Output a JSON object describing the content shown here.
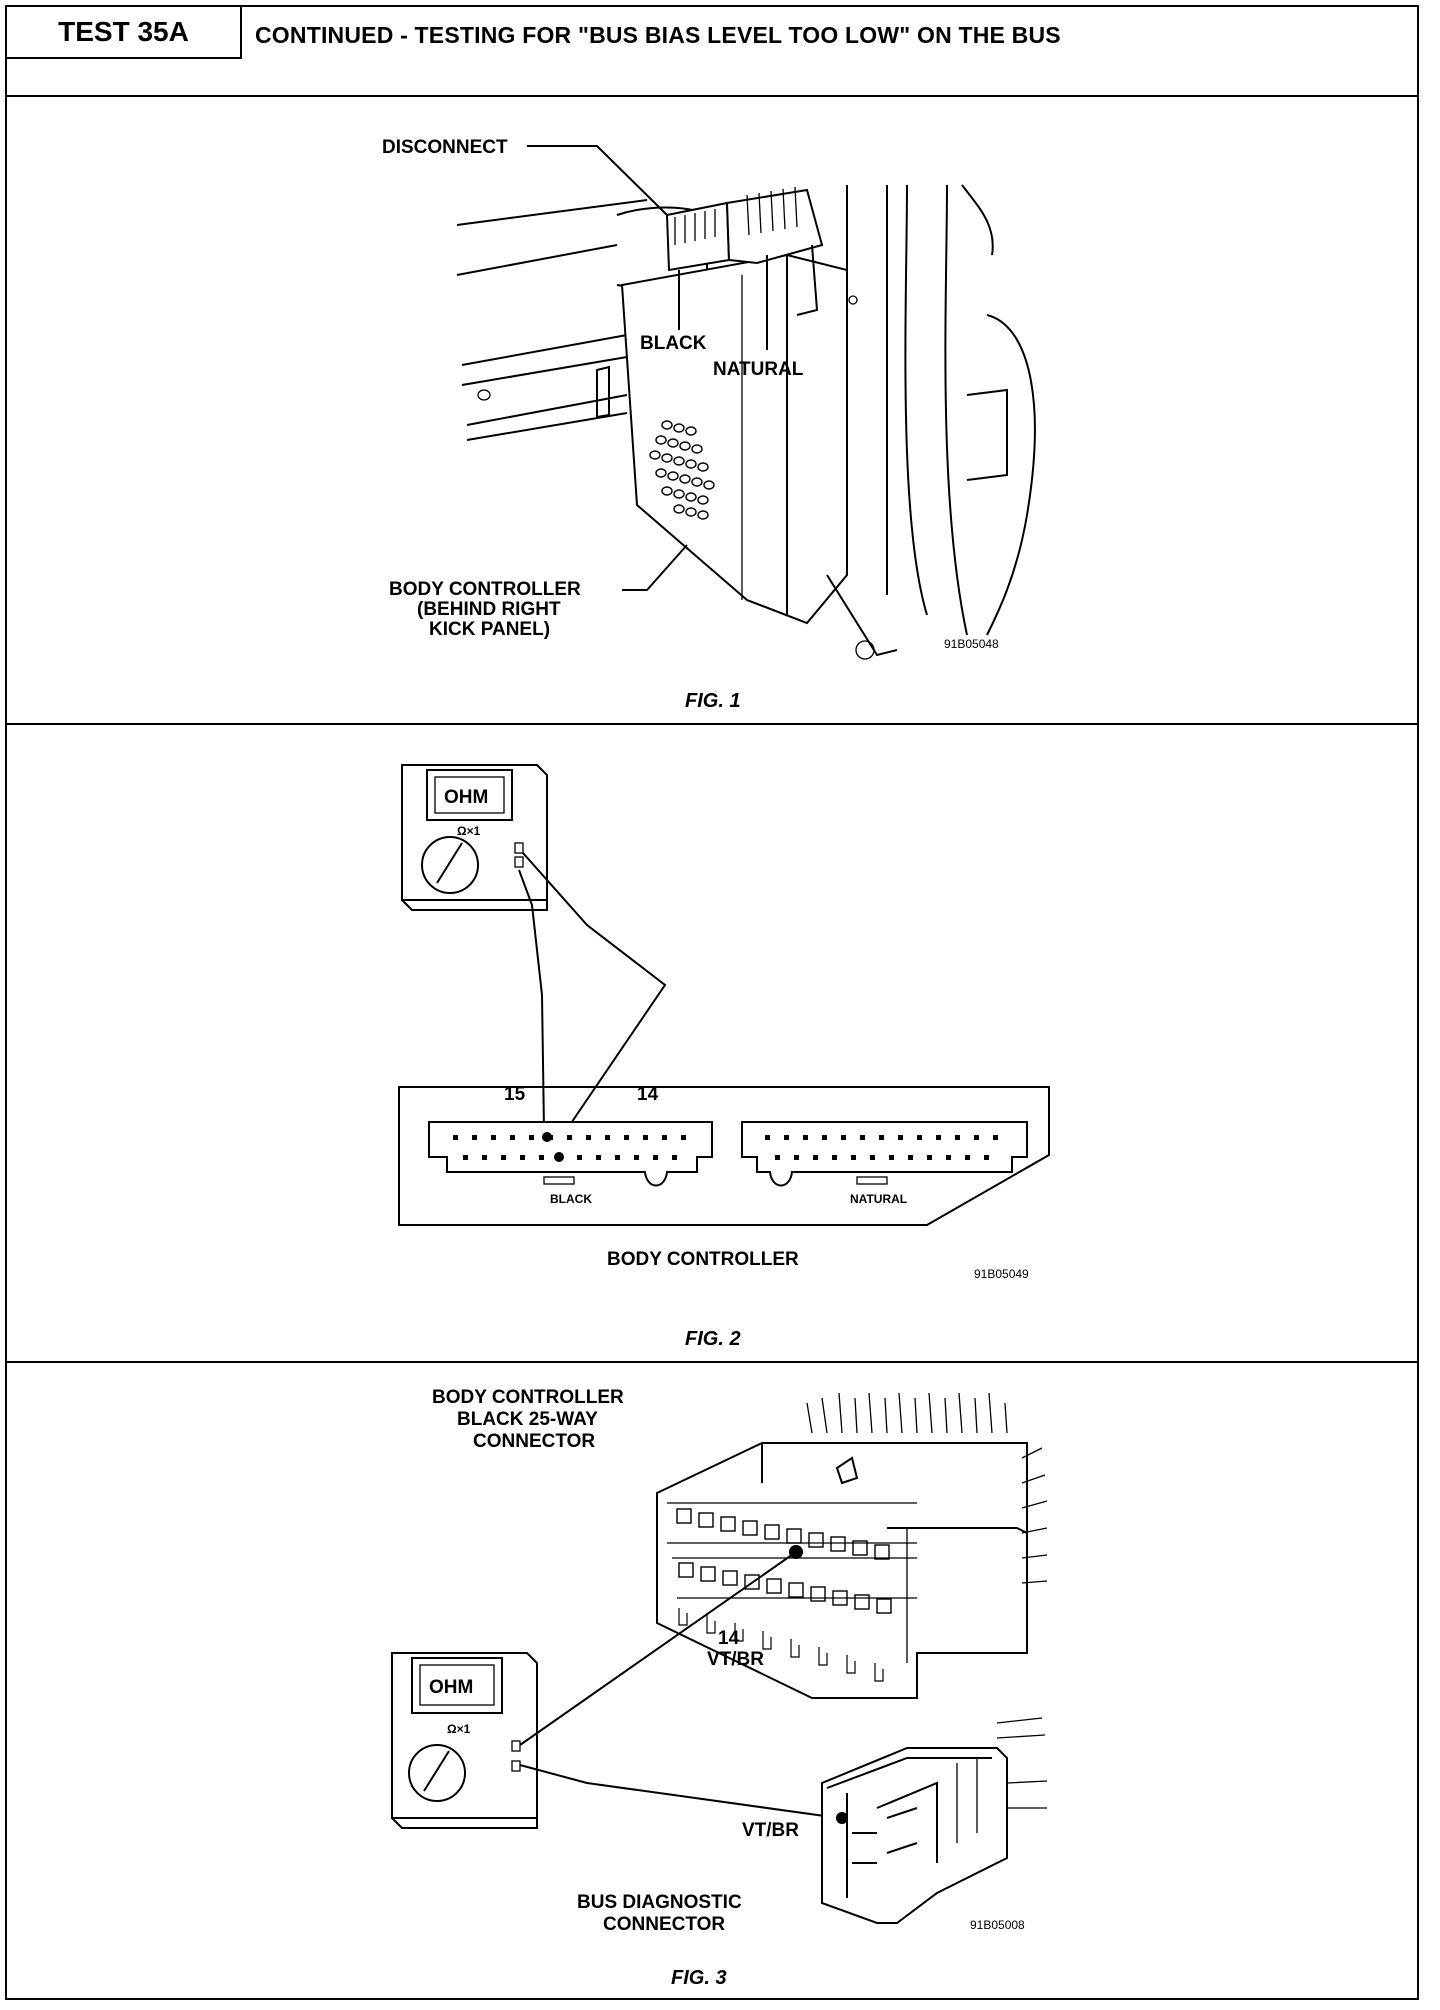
{
  "header": {
    "test_label": "TEST 35A",
    "title": "CONTINUED - TESTING FOR \"BUS BIAS LEVEL TOO LOW\" ON THE BUS"
  },
  "fig1": {
    "disconnect": "DISCONNECT",
    "black": "BLACK",
    "natural": "NATURAL",
    "body_controller_line1": "BODY CONTROLLER",
    "body_controller_line2": "(BEHIND RIGHT",
    "body_controller_line3": "KICK PANEL)",
    "code": "91B05048",
    "caption": "FIG. 1"
  },
  "fig2": {
    "meter_display": "OHM",
    "meter_range": "Ω×1",
    "pin15": "15",
    "pin14": "14",
    "black": "BLACK",
    "natural": "NATURAL",
    "body_controller": "BODY CONTROLLER",
    "code": "91B05049",
    "caption": "FIG. 2"
  },
  "fig3": {
    "title_line1": "BODY CONTROLLER",
    "title_line2": "BLACK 25-WAY",
    "title_line3": "CONNECTOR",
    "meter_display": "OHM",
    "meter_range": "Ω×1",
    "pin14": "14",
    "vtbr_top": "VT/BR",
    "vtbr_bottom": "VT/BR",
    "bus_diag_line1": "BUS DIAGNOSTIC",
    "bus_diag_line2": "CONNECTOR",
    "code": "91B05008",
    "caption": "FIG. 3"
  }
}
